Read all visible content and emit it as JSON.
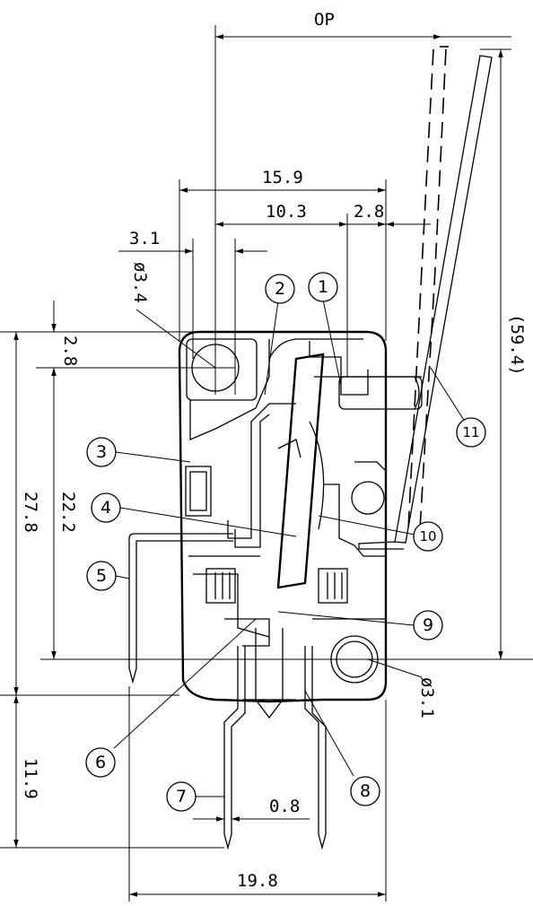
{
  "drawing": {
    "dimensions": {
      "op": "OP",
      "d15_9": "15.9",
      "d10_3": "10.3",
      "d2_8_top": "2.8",
      "d3_1_top": "3.1",
      "d_phi3_4": "ø3.4",
      "d2_8_left": "2.8",
      "d27_8": "27.8",
      "d22_2": "22.2",
      "d59_4": "(59.4)",
      "d_phi3_1": "ø3.1",
      "d11_9": "11.9",
      "d0_8": "0.8",
      "d19_8": "19.8"
    },
    "callouts": [
      "1",
      "2",
      "3",
      "4",
      "5",
      "6",
      "7",
      "8",
      "9",
      "10",
      "11"
    ]
  }
}
